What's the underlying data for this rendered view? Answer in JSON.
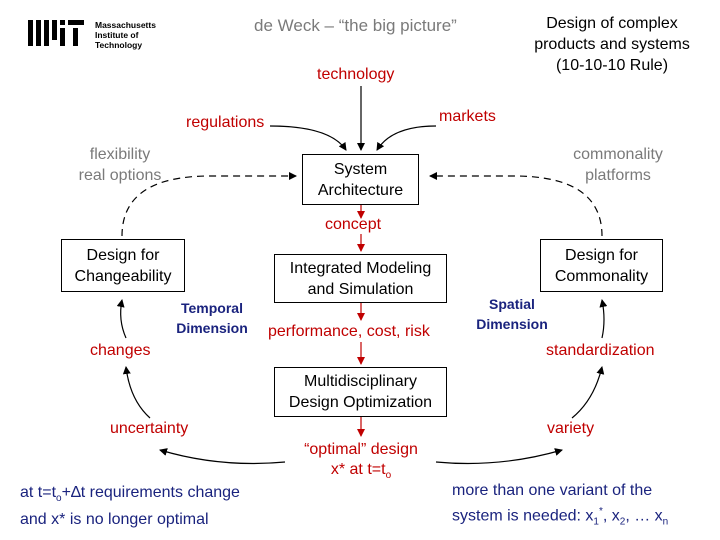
{
  "header": {
    "logo_lines": [
      "Massachusetts",
      "Institute of",
      "Technology"
    ],
    "subtitle": "de Weck – “the big picture”",
    "title_lines": [
      "Design of complex",
      "products and systems",
      "(10-10-10 Rule)"
    ]
  },
  "inputs": {
    "technology": "technology",
    "regulations": "regulations",
    "markets": "markets"
  },
  "boxes": {
    "system_architecture": [
      "System",
      "Architecture"
    ],
    "integrated_modeling": [
      "Integrated Modeling",
      "and Simulation"
    ],
    "mdo": [
      "Multidisciplinary",
      "Design Optimization"
    ],
    "changeability": [
      "Design for",
      "Changeability"
    ],
    "commonality": [
      "Design for",
      "Commonality"
    ]
  },
  "flow": {
    "concept": "concept",
    "performance": "performance, cost, risk",
    "optimal_line1": "“optimal” design",
    "optimal_line2_prefix": "x* at t=t",
    "optimal_line2_sub": "o"
  },
  "left": {
    "flex_lines": [
      "flexibility",
      "real options"
    ],
    "temporal_lines": [
      "Temporal",
      "Dimension"
    ],
    "changes": "changes",
    "uncertainty": "uncertainty",
    "note_l1_a": "at t=t",
    "note_l1_sub1": "o",
    "note_l1_b": "+∆t requirements change",
    "note_l2": "and x* is no longer optimal"
  },
  "right": {
    "common_lines": [
      "commonality",
      "platforms"
    ],
    "spatial_lines": [
      "Spatial",
      "Dimension"
    ],
    "standardization": "standardization",
    "variety": "variety",
    "note_l1": "more than one variant of the",
    "note_l2_a": "system is needed: x",
    "note_l2_sub1": "1",
    "note_l2_sup1": "*",
    "note_l2_b": ", x",
    "note_l2_sub2": "2",
    "note_l2_c": ", … x",
    "note_l2_sub3": "n"
  },
  "colors": {
    "red": "#c00000",
    "navy": "#1a237e",
    "gray": "#7a7a7a"
  }
}
